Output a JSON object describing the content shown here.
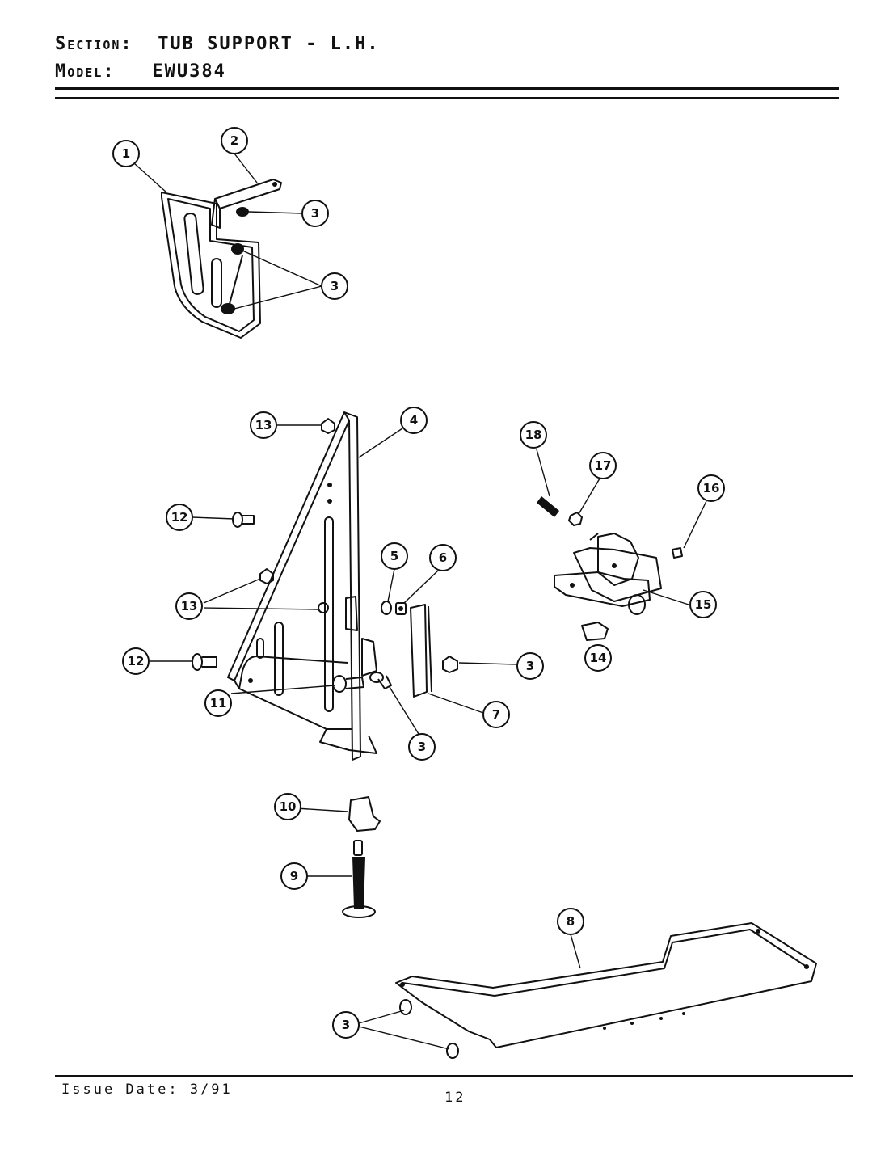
{
  "header": {
    "section_key": "Section:",
    "section_value": "TUB SUPPORT - L.H.",
    "model_key": "Model:",
    "model_value": "EWU384"
  },
  "footer": {
    "issue_date": "Issue Date: 3/91",
    "page_number": "12"
  },
  "callouts": [
    {
      "id": "c1",
      "label": "1"
    },
    {
      "id": "c2",
      "label": "2"
    },
    {
      "id": "c3a",
      "label": "3"
    },
    {
      "id": "c3b",
      "label": "3"
    },
    {
      "id": "c4",
      "label": "4"
    },
    {
      "id": "c5",
      "label": "5"
    },
    {
      "id": "c6",
      "label": "6"
    },
    {
      "id": "c3c",
      "label": "3"
    },
    {
      "id": "c7",
      "label": "7"
    },
    {
      "id": "c3d",
      "label": "3"
    },
    {
      "id": "c8",
      "label": "8"
    },
    {
      "id": "c9",
      "label": "9"
    },
    {
      "id": "c10",
      "label": "10"
    },
    {
      "id": "c11",
      "label": "11"
    },
    {
      "id": "c12a",
      "label": "12"
    },
    {
      "id": "c12b",
      "label": "12"
    },
    {
      "id": "c13a",
      "label": "13"
    },
    {
      "id": "c13b",
      "label": "13"
    },
    {
      "id": "c14",
      "label": "14"
    },
    {
      "id": "c15",
      "label": "15"
    },
    {
      "id": "c16",
      "label": "16"
    },
    {
      "id": "c17",
      "label": "17"
    },
    {
      "id": "c18",
      "label": "18"
    },
    {
      "id": "c3e",
      "label": "3"
    }
  ]
}
